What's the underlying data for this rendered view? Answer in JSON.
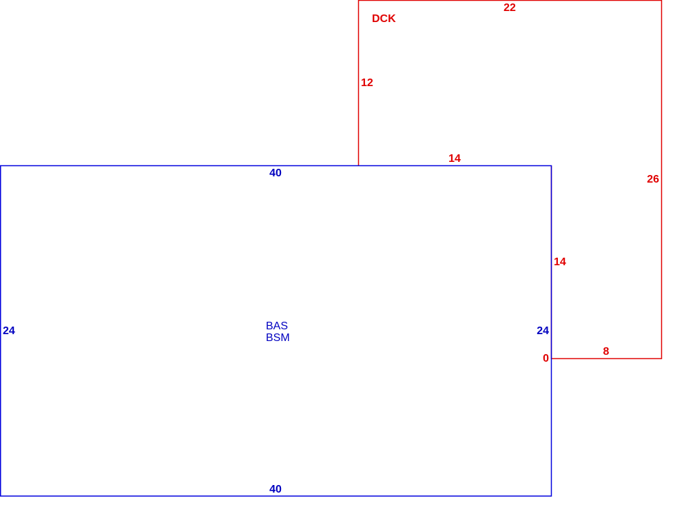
{
  "colors": {
    "deck": "#e00000",
    "basement": "#0000c0"
  },
  "deck": {
    "name": "DCK",
    "dims": {
      "top": "22",
      "left_upper": "12",
      "overlap_top": "14",
      "right": "26",
      "inner_right": "14",
      "bottom": "8",
      "corner": "0"
    }
  },
  "basement": {
    "name_line1": "BAS",
    "name_line2": "BSM",
    "dims": {
      "top": "40",
      "bottom": "40",
      "left": "24",
      "right": "24"
    }
  }
}
